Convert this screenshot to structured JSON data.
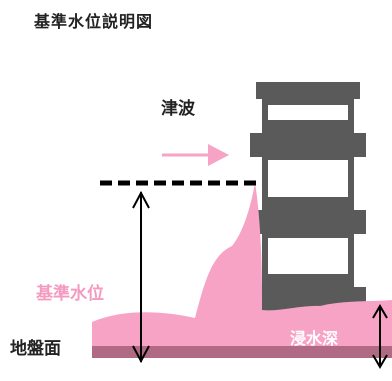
{
  "title": "基準水位説明図",
  "labels": {
    "tsunami": "津波",
    "reference_water_level": "基準水位",
    "inundation_depth": "浸水深",
    "ground_surface": "地盤面"
  },
  "colors": {
    "water": "#f6a3c6",
    "ground": "#b06a84",
    "building": "#5a5a5a",
    "arrow_flow": "#f6a3c6",
    "label_pink": "#f49ac1",
    "text_dark": "#222222",
    "line": "#000000"
  },
  "icons": {
    "flow_arrow": "right-arrow-icon",
    "reference_level_arrow": "double-vertical-arrow-icon",
    "inundation_depth_arrow": "double-vertical-arrow-icon"
  }
}
